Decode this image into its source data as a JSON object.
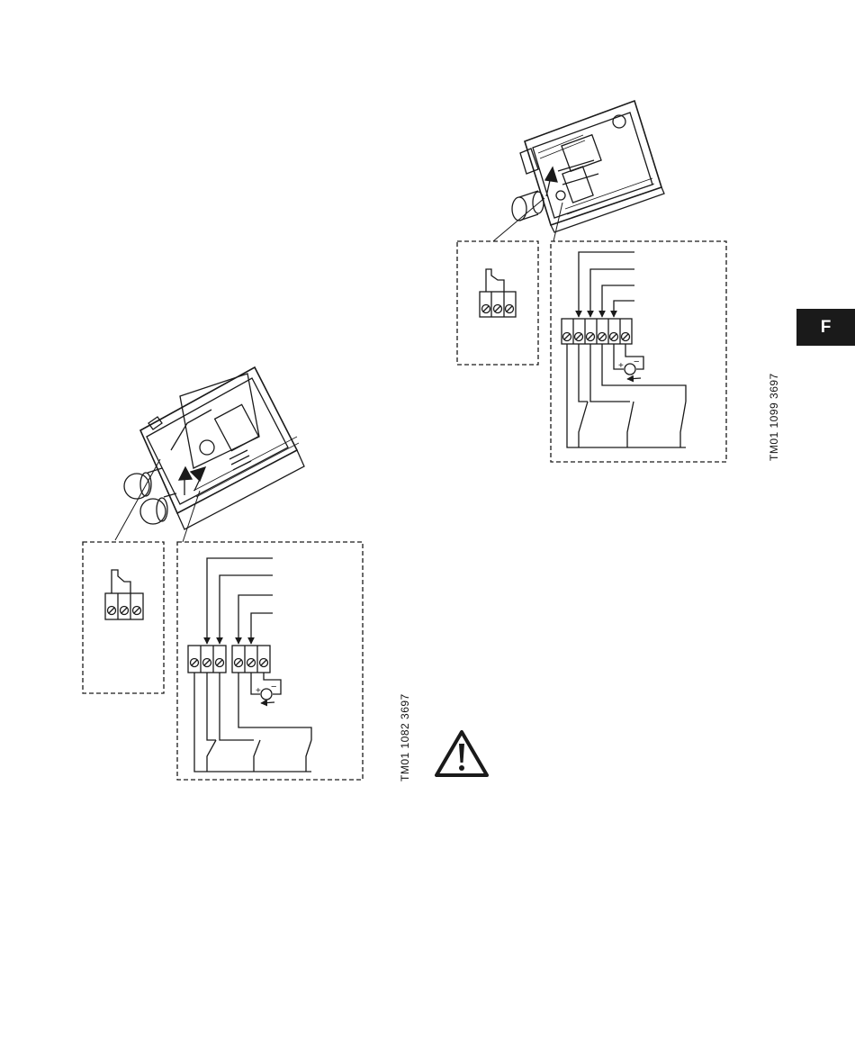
{
  "page_tab": {
    "label": "F"
  },
  "figures": [
    {
      "id": "left",
      "drawing_code": "TM01 1082 3697"
    },
    {
      "id": "right",
      "drawing_code": "TM01 1099 3697"
    }
  ],
  "terminal_symbols": {
    "plus": "+",
    "minus": "−"
  },
  "colors": {
    "line": "#1a1a1a",
    "tab_bg": "#1a1a1a",
    "tab_text": "#ffffff"
  },
  "icons": [
    "warning-triangle-icon"
  ]
}
